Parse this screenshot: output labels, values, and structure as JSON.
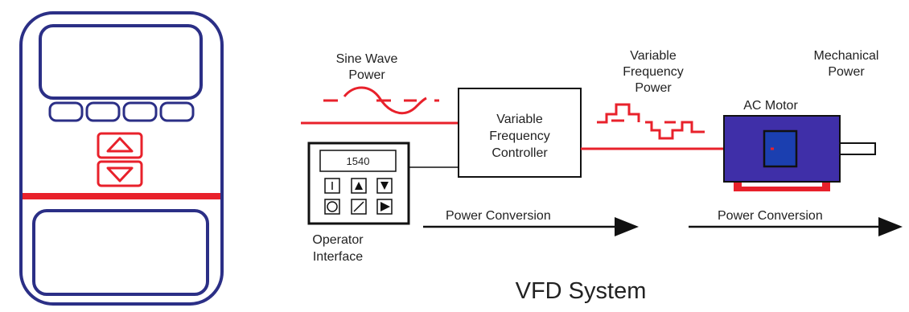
{
  "colors": {
    "outline_blue": "#2b2f86",
    "signal_red": "#e8212b",
    "motor_body": "#3f2fa8",
    "motor_rotor": "#1b3fb0",
    "black": "#111111"
  },
  "labels": {
    "sine_wave_power_line1": "Sine Wave",
    "sine_wave_power_line2": "Power",
    "vfc_line1": "Variable",
    "vfc_line2": "Frequency",
    "vfc_line3": "Controller",
    "variable_frequency_power_line1": "Variable",
    "variable_frequency_power_line2": "Frequency",
    "variable_frequency_power_line3": "Power",
    "mechanical_power_line1": "Mechanical",
    "mechanical_power_line2": "Power",
    "ac_motor": "AC Motor",
    "power_conversion_1": "Power Conversion",
    "power_conversion_2": "Power Conversion",
    "operator_interface_line1": "Operator",
    "operator_interface_line2": "Interface",
    "title": "VFD System"
  },
  "operator_display": {
    "value": "1540"
  },
  "icons": {
    "device_up": "up-arrow-icon",
    "device_down": "down-arrow-icon",
    "keypad": [
      "start-icon",
      "up-arrow-icon",
      "down-arrow-icon",
      "stop-icon",
      "slash-icon",
      "play-icon"
    ]
  }
}
